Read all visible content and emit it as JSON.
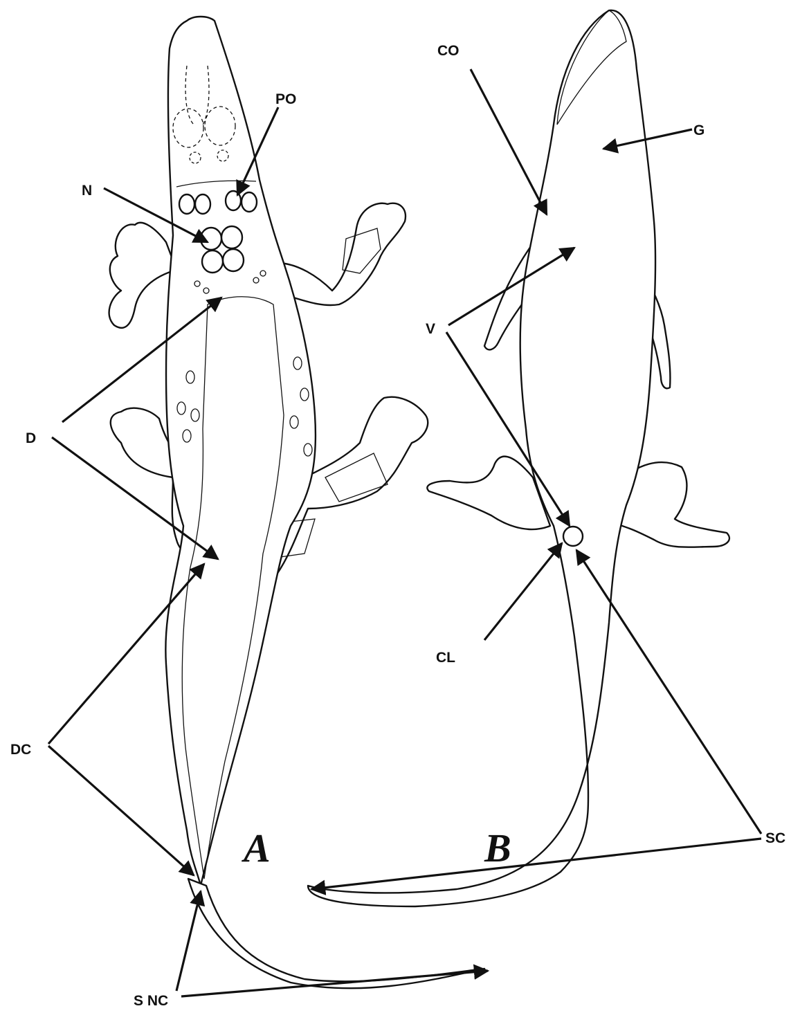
{
  "figure": {
    "panels": {
      "left": "A",
      "right": "B"
    },
    "labels": {
      "po": "PO",
      "n": "N",
      "d": "D",
      "dc": "DC",
      "snc": "S NC",
      "co": "CO",
      "g": "G",
      "v": "V",
      "cl": "CL",
      "sc": "SC"
    }
  }
}
